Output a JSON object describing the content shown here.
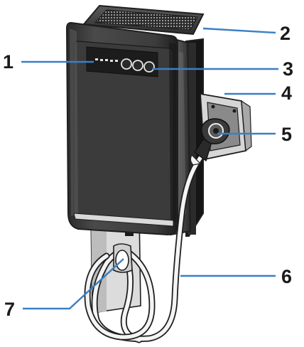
{
  "colors": {
    "leader_line": "#3b7fc4",
    "body": "#3a3a3a",
    "body_dark": "#202020",
    "body_light": "#6a6a6a",
    "cable": "#f2f2f2",
    "holster": "#c8c8c8",
    "background": "#ffffff"
  },
  "callouts": [
    {
      "number": "1"
    },
    {
      "number": "2"
    },
    {
      "number": "3"
    },
    {
      "number": "4"
    },
    {
      "number": "5"
    },
    {
      "number": "6"
    },
    {
      "number": "7"
    }
  ]
}
